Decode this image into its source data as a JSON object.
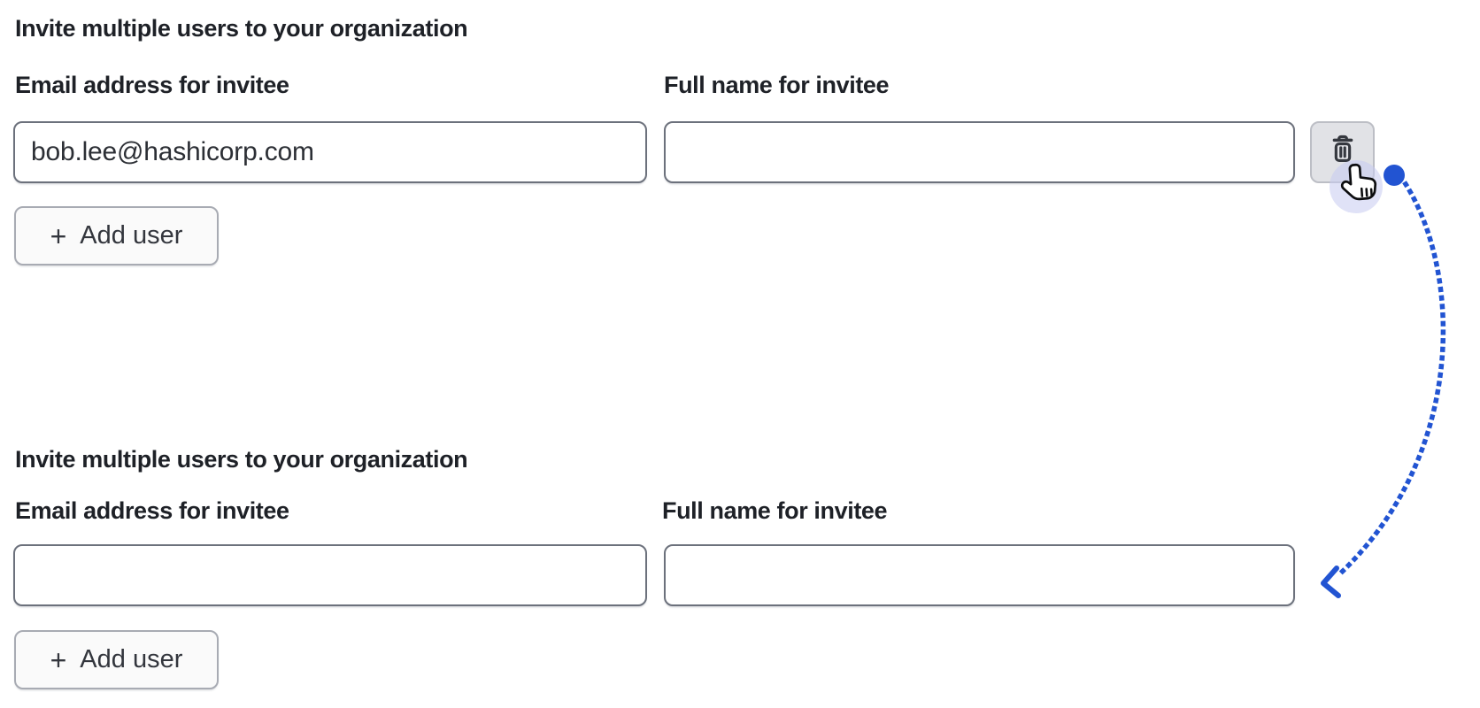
{
  "page": {
    "background": "#ffffff"
  },
  "sections": [
    {
      "heading": "Invite multiple users to your organization",
      "email": {
        "label": "Email address for invitee",
        "value": "bob.lee@hashicorp.com"
      },
      "name": {
        "label": "Full name for invitee",
        "value": ""
      },
      "add_user": {
        "plus": "+",
        "label": "Add user"
      },
      "delete_button": {
        "icon": "trash-icon"
      }
    },
    {
      "heading": "Invite multiple users to your organization",
      "email": {
        "label": "Email address for invitee",
        "value": ""
      },
      "name": {
        "label": "Full name for invitee",
        "value": ""
      },
      "add_user": {
        "plus": "+",
        "label": "Add user"
      }
    }
  ],
  "annotation": {
    "arrow_color": "#2254d2",
    "halo_color": "#dfe2f7",
    "cursor_icon": "hand-pointer-icon"
  }
}
